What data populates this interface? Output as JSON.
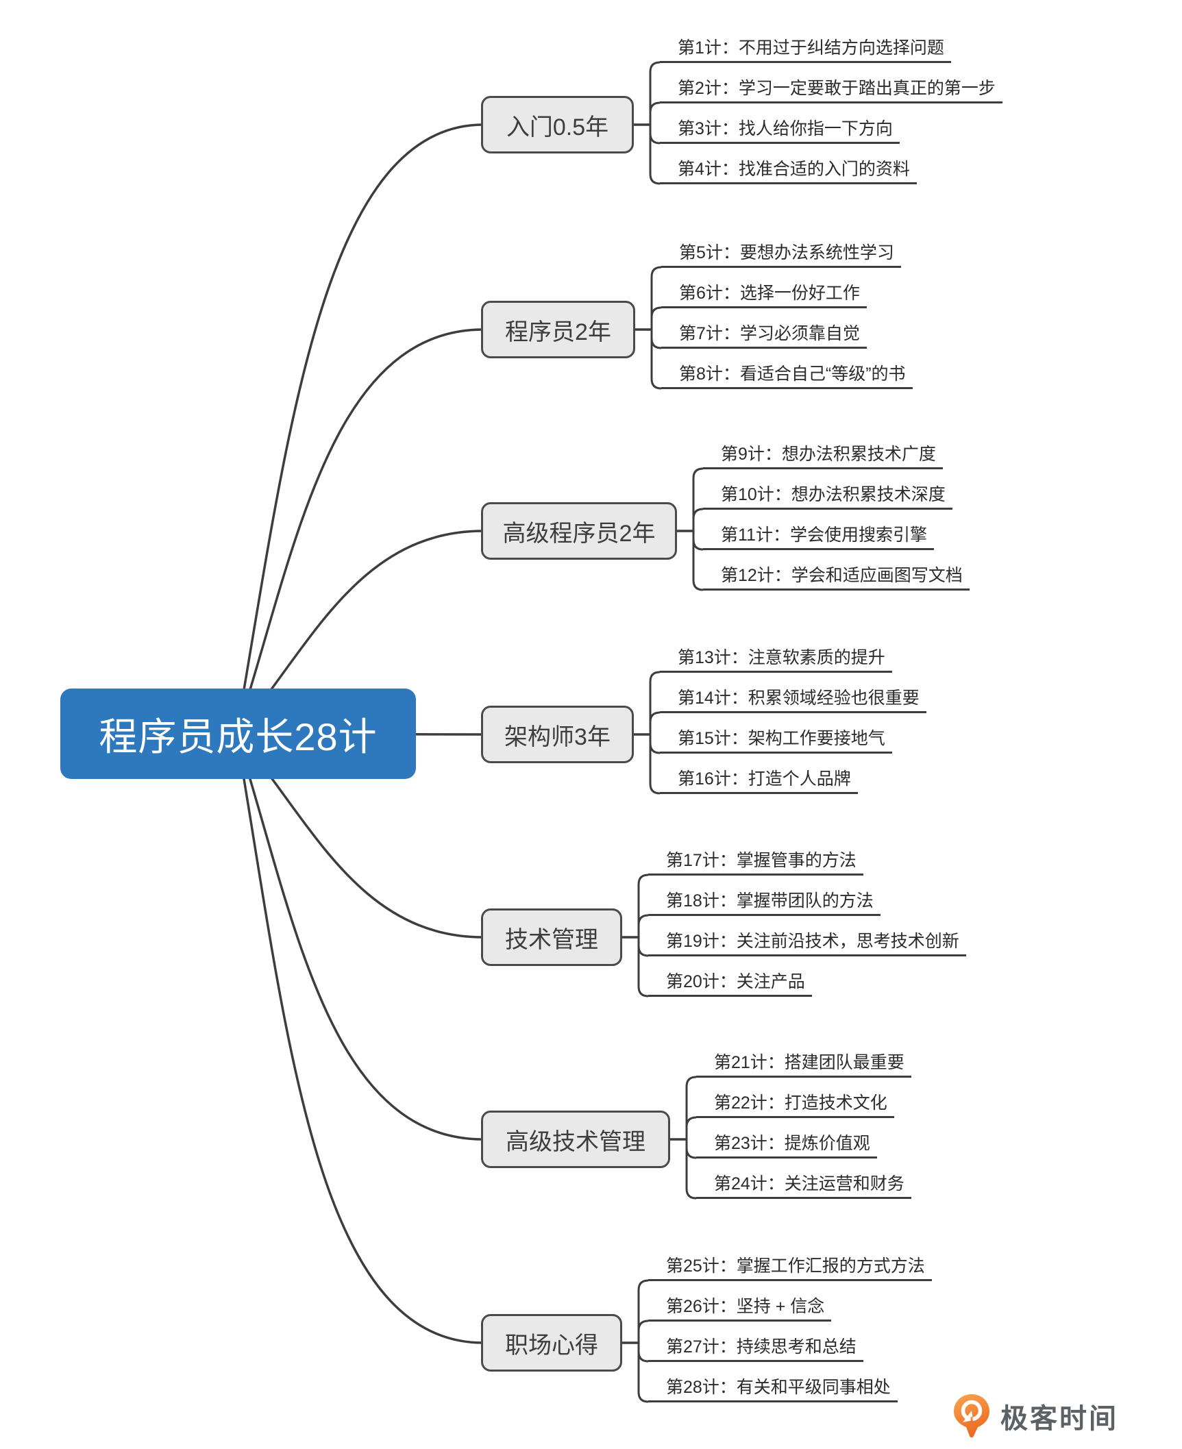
{
  "central": {
    "label": "程序员成长28计"
  },
  "branches": [
    {
      "label": "入门0.5年",
      "items": [
        "第1计：不用过于纠结方向选择问题",
        "第2计：学习一定要敢于踏出真正的第一步",
        "第3计：找人给你指一下方向",
        "第4计：找准合适的入门的资料"
      ]
    },
    {
      "label": "程序员2年",
      "items": [
        "第5计：要想办法系统性学习",
        "第6计：选择一份好工作",
        "第7计：学习必须靠自觉",
        "第8计：看适合自己“等级”的书"
      ]
    },
    {
      "label": "高级程序员2年",
      "items": [
        "第9计：想办法积累技术广度",
        "第10计：想办法积累技术深度",
        "第11计：学会使用搜索引擎",
        "第12计：学会和适应画图写文档"
      ]
    },
    {
      "label": "架构师3年",
      "items": [
        "第13计：注意软素质的提升",
        "第14计：积累领域经验也很重要",
        "第15计：架构工作要接地气",
        "第16计：打造个人品牌"
      ]
    },
    {
      "label": "技术管理",
      "items": [
        "第17计：掌握管事的方法",
        "第18计：掌握带团队的方法",
        "第19计：关注前沿技术，思考技术创新",
        "第20计：关注产品"
      ]
    },
    {
      "label": "高级技术管理",
      "items": [
        "第21计：搭建团队最重要",
        "第22计：打造技术文化",
        "第23计：提炼价值观",
        "第24计：关注运营和财务"
      ]
    },
    {
      "label": "职场心得",
      "items": [
        "第25计：掌握工作汇报的方式方法",
        "第26计：坚持 + 信念",
        "第27计：持续思考和总结",
        "第28计：有关和平级同事相处"
      ]
    }
  ],
  "watermark": {
    "label": "极客时间"
  },
  "colors": {
    "central_fill": "#2e78bd",
    "central_text": "#ffffff",
    "branch_fill": "#e9e9e9",
    "branch_border": "#4a4a4a",
    "edge": "#3d3d3d",
    "logo_orange_dark": "#ed6a24",
    "logo_orange_light": "#faa54f",
    "logo_text_color": "#5c6165"
  }
}
